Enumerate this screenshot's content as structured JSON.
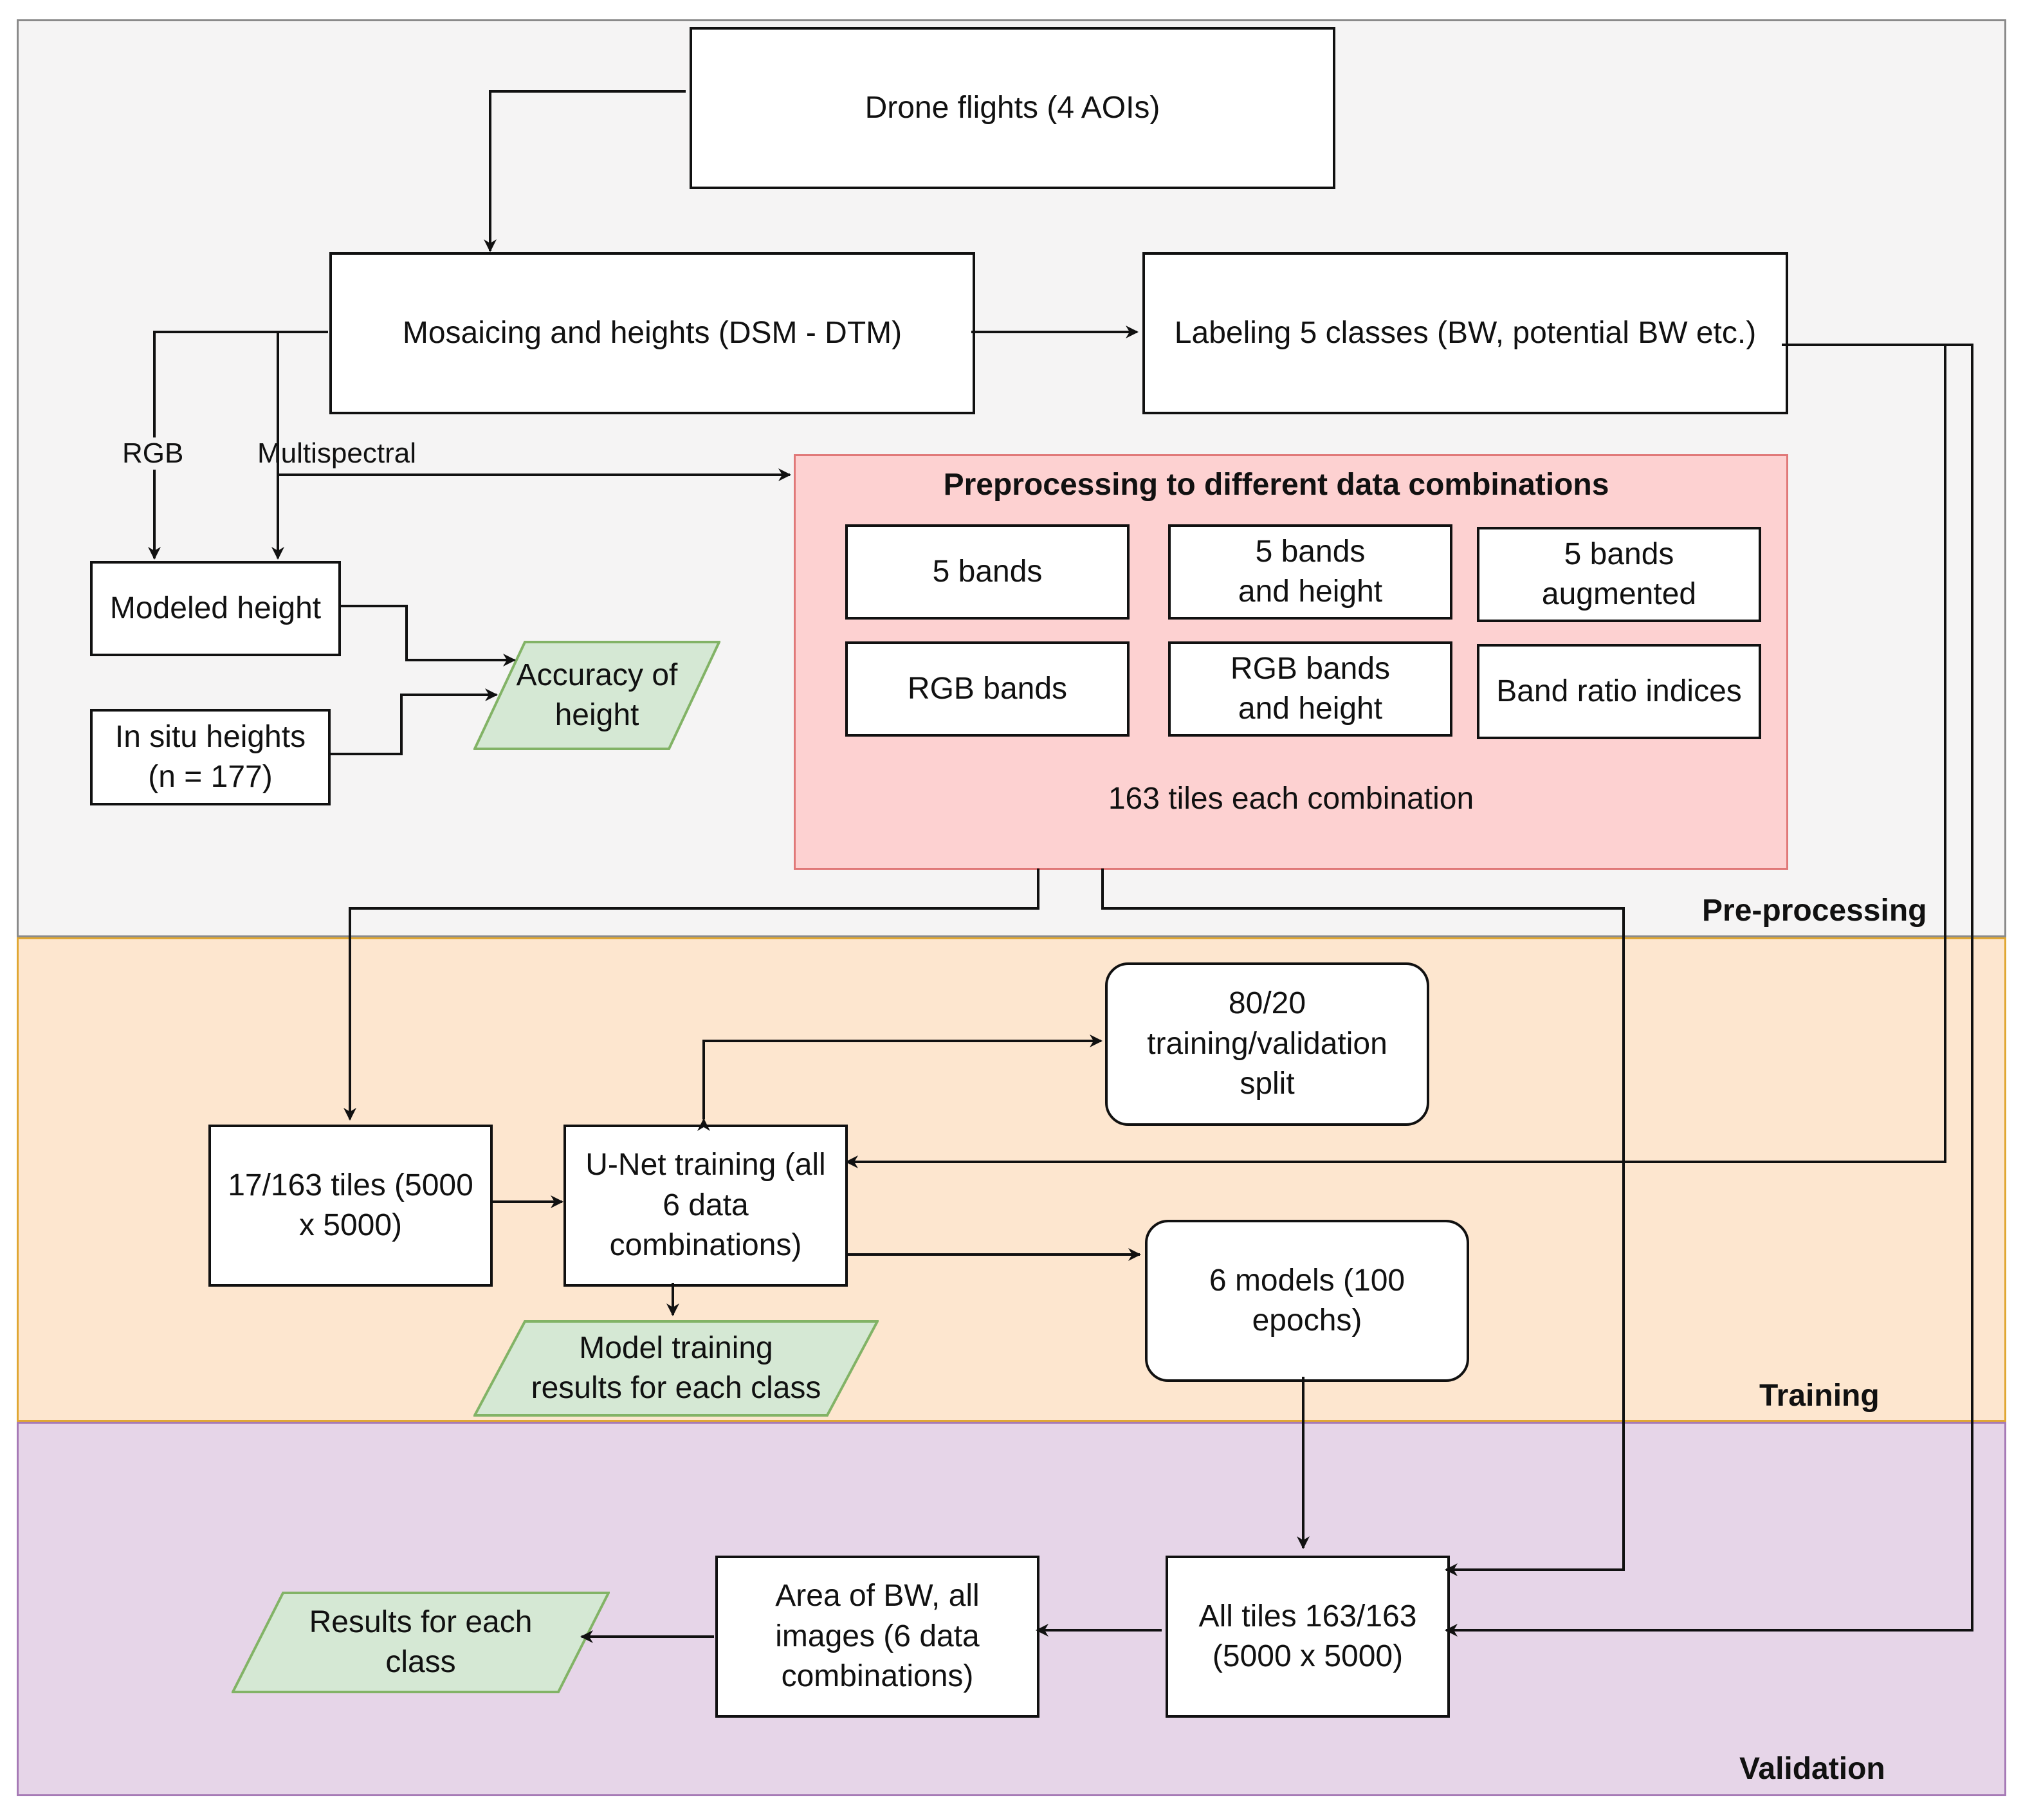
{
  "lanes": {
    "preprocessing": "Pre-processing",
    "training": "Training",
    "validation": "Validation"
  },
  "nodes": {
    "drone_flights": "Drone flights (4 AOIs)",
    "mosaicing": "Mosaicing and heights (DSM - DTM)",
    "labeling": "Labeling 5 classes (BW, potential BW etc.)",
    "modeled_height": "Modeled height",
    "in_situ_heights": "In situ heights\n(n = 177)",
    "accuracy_of_height": "Accuracy of\nheight",
    "tiles_17": "17/163 tiles (5000\nx 5000)",
    "unet_training": "U-Net training (all\n6 data\ncombinations)",
    "split": "80/20\ntraining/validation\nsplit",
    "six_models": "6 models (100\nepochs)",
    "model_training_results": "Model training\nresults for each class",
    "all_tiles": "All tiles 163/163\n(5000 x 5000)",
    "area_bw": "Area of BW, all\nimages (6 data\ncombinations)",
    "results_each_class": "Results for each\nclass"
  },
  "edge_labels": {
    "rgb": "RGB",
    "multispectral": "Multispectral"
  },
  "preprocessing_group": {
    "title": "Preprocessing to different data combinations",
    "footer": "163 tiles each combination",
    "combinations": [
      "5 bands",
      "5 bands\nand height",
      "5 bands\naugmented",
      "RGB bands",
      "RGB bands\nand height",
      "Band ratio indices"
    ]
  },
  "colors": {
    "preprocessing_lane": "#f5f4f4",
    "training_lane": "#fde6cf",
    "validation_lane": "#e6d5e8",
    "preprocessing_group": "#fdd1d1",
    "output_parallelogram": "#d5e8d4"
  }
}
